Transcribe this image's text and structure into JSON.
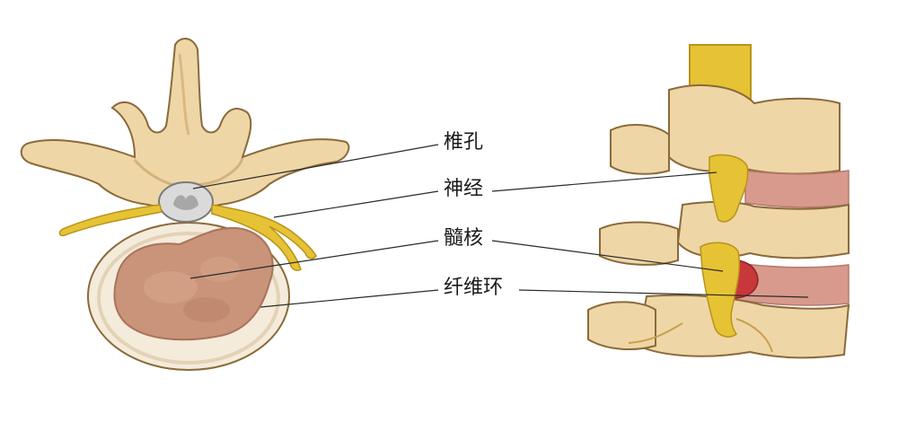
{
  "labels": {
    "vertebral_foramen": "椎孔",
    "nerve": "神经",
    "nucleus_pulposus": "髓核",
    "annulus_fibrosus": "纤维环"
  },
  "colors": {
    "bone": "#EFD6A6",
    "bone_shadow": "#C9A36A",
    "outline": "#8A6A3A",
    "nerve": "#E6C334",
    "nerve_dark": "#B8931C",
    "nucleus": "#C99479",
    "nucleus_dark": "#A9735A",
    "annulus": "#F4EBDB",
    "disc_band": "#D89A8C",
    "herniation": "#C8383A",
    "leader": "#2a2a2a"
  }
}
